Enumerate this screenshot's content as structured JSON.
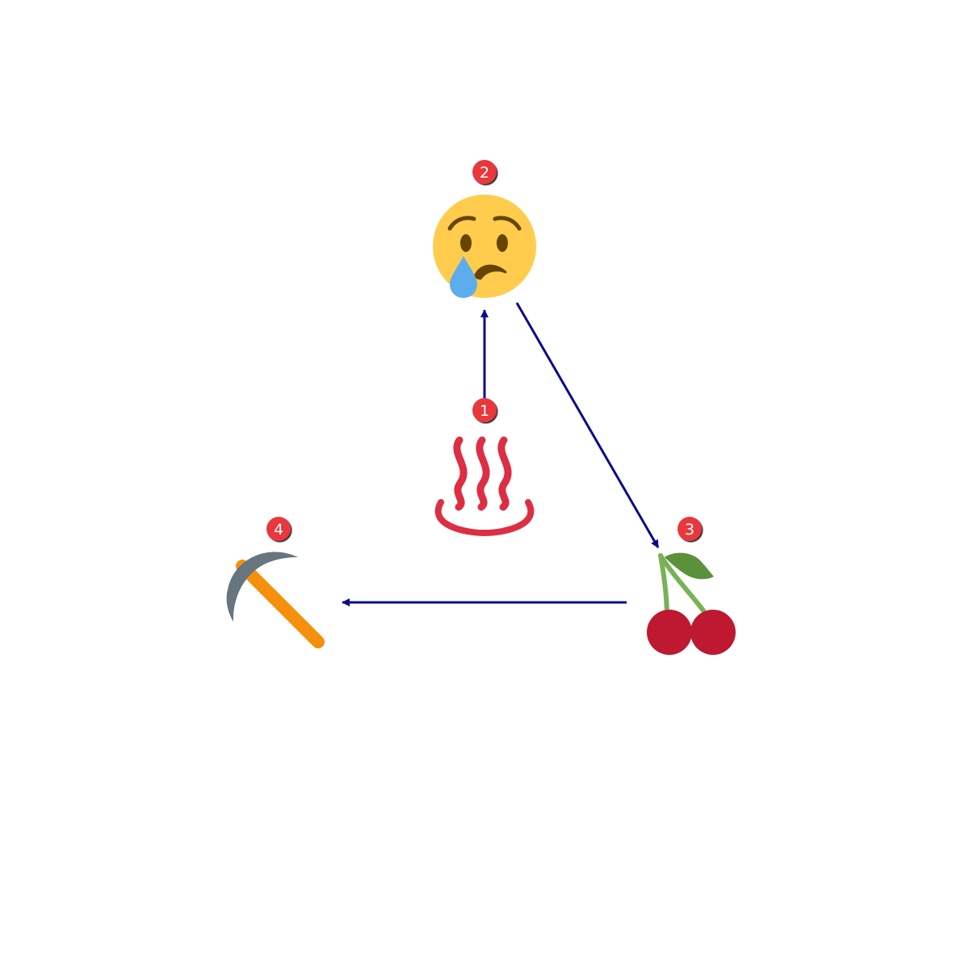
{
  "diagram": {
    "nodes": [
      {
        "id": "n1",
        "number": "1",
        "icon": "hot-springs-icon"
      },
      {
        "id": "n2",
        "number": "2",
        "icon": "crying-face-icon"
      },
      {
        "id": "n3",
        "number": "3",
        "icon": "cherries-icon"
      },
      {
        "id": "n4",
        "number": "4",
        "icon": "pick-icon"
      }
    ],
    "edges": [
      {
        "from": "1",
        "to": "2"
      },
      {
        "from": "2",
        "to": "3"
      },
      {
        "from": "3",
        "to": "4"
      }
    ],
    "colors": {
      "arrow": "#0a0a8c",
      "badge_fill": "#e8383d",
      "badge_text": "#ffffff",
      "hot_springs": "#dd2e44",
      "face": "#ffcc4d",
      "face_features": "#664500",
      "tear": "#5dadec",
      "cherry": "#be1931",
      "cherry_stem": "#77b255",
      "leaf": "#5c913b",
      "pick_handle": "#f4900c",
      "pick_head": "#66757f"
    }
  }
}
